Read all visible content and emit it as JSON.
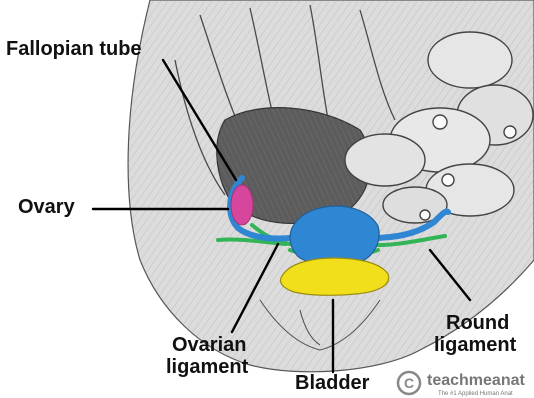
{
  "labels": {
    "fallopian_tube": "Fallopian tube",
    "ovary": "Ovary",
    "ovarian_ligament_line1": "Ovarian",
    "ovarian_ligament_line2": "ligament",
    "round_ligament_line1": "Round",
    "round_ligament_line2": "ligament",
    "bladder": "Bladder"
  },
  "watermark": {
    "brand": "teachmeanat",
    "tagline": "The #1 Applied Human Anat",
    "symbol": "C"
  },
  "colors": {
    "uterus_tubes": "#2f86d3",
    "ovary": "#d6469c",
    "ligaments": "#33b457",
    "bladder": "#f1df1c",
    "leader_lines": "#000000"
  }
}
